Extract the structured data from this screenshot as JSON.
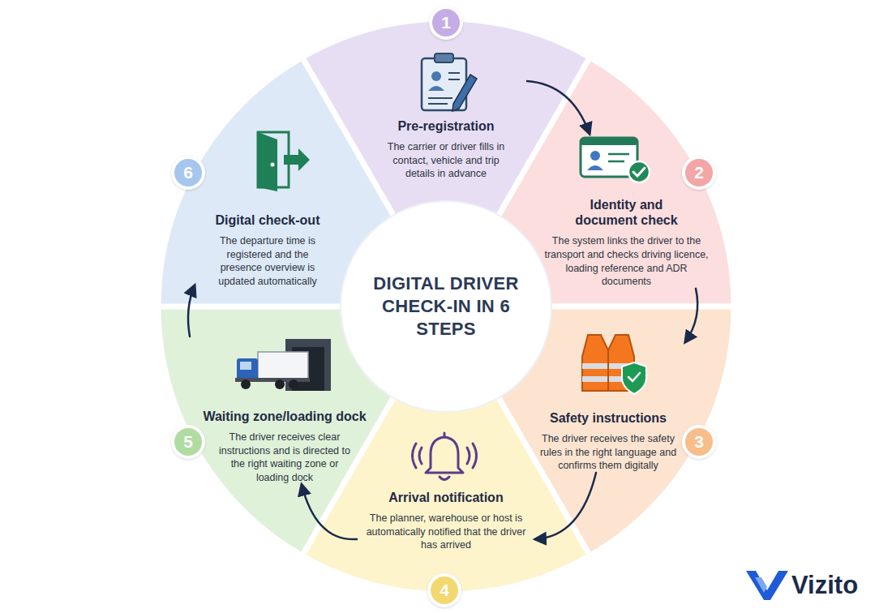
{
  "diagram": {
    "title": "DIGITAL DRIVER CHECK-IN IN 6 STEPS",
    "nodes": [
      {
        "text": [
          "1"
        ]
      },
      {
        "text": [
          "Pre-registration",
          "The carrier or driver fills in contact, vehicle and trip details in advance"
        ]
      },
      {
        "text": [
          "2"
        ]
      },
      {
        "text": [
          "Identity and document check",
          "The system links the driver to the transport and checks driving licence, loading reference and ADR documents"
        ]
      },
      {
        "text": [
          "3"
        ]
      },
      {
        "text": [
          "Safety instructions",
          "The driver receives the safety rules in the right language and confirms them digitally"
        ]
      },
      {
        "text": [
          "4"
        ]
      },
      {
        "text": [
          "Arrival notification",
          "The planner, warehouse or host is automatically notified that the driver has arrived"
        ]
      },
      {
        "text": [
          "5"
        ]
      },
      {
        "text": [
          "Waiting zone/loading dock",
          "The driver receives clear instructions and is directed to the right waiting zone or loading dock"
        ]
      },
      {
        "text": [
          "6"
        ]
      },
      {
        "text": [
          "Digital check-out",
          "The departure time is registered and the presence overview is updated automatically"
        ]
      }
    ],
    "edges": [
      {
        "from": 1,
        "to": 3,
        "arrow": "to"
      },
      {
        "from": 3,
        "to": 5,
        "arrow": "to"
      },
      {
        "from": 5,
        "to": 7,
        "arrow": "to"
      },
      {
        "from": 7,
        "to": 9,
        "arrow": "to"
      },
      {
        "from": 9,
        "to": 11,
        "arrow": "to"
      }
    ],
    "labels": [
      "Vizito"
    ]
  }
}
